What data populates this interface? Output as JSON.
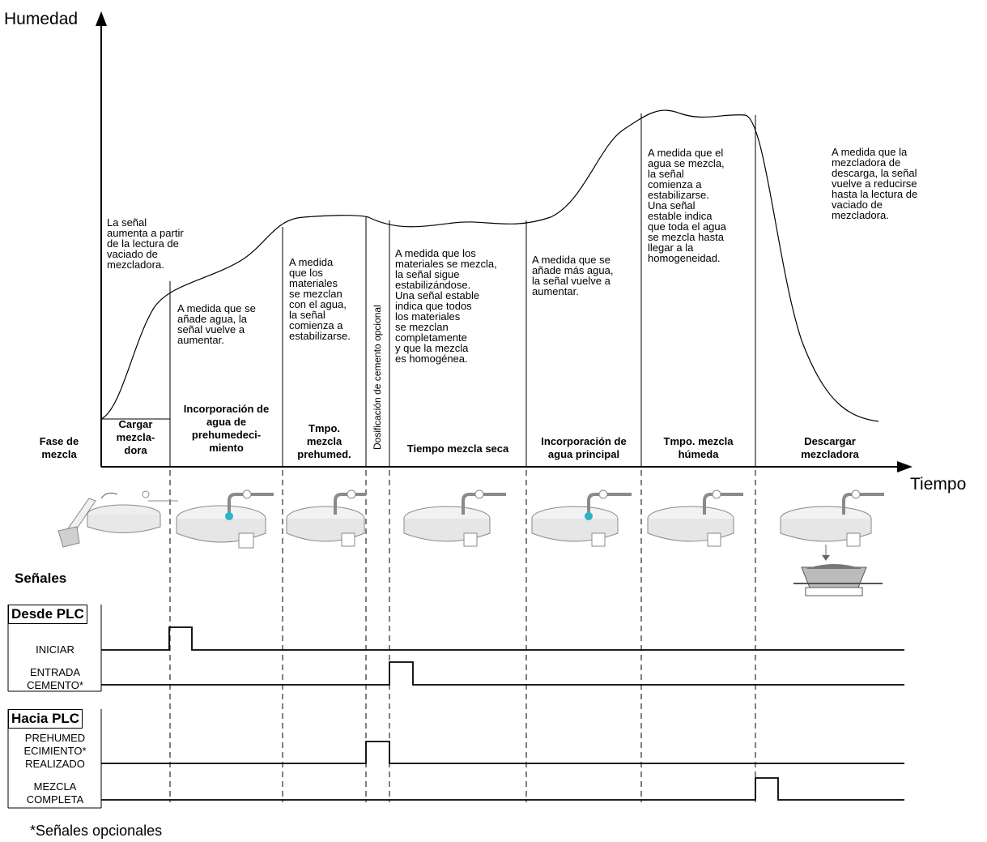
{
  "axes": {
    "y_label": "Humedad",
    "x_label": "Tiempo"
  },
  "phase_row_label": "Fase de\nmezcla",
  "phases": [
    {
      "name": "Cargar\nmezcla-\ndora",
      "description": "La señal\naumenta a partir\nde la lectura de\nvaciado de\nmezcladora."
    },
    {
      "name": "Incorporación de\nagua de\nprehumedeci-\nmiento",
      "description": "A medida que se\nañade agua, la\nseñal vuelve a\naumentar."
    },
    {
      "name": "Tmpo.\nmezcla\nprehumed.",
      "description": "A medida\nque los\nmateriales\nse mezclan\ncon el agua,\nla señal\ncomienza a\nestabilizarse."
    },
    {
      "name": "Dosificación de cemento opcional",
      "description": ""
    },
    {
      "name": "Tiempo mezcla seca",
      "description": "A medida que los\nmateriales se mezcla,\nla señal sigue\nestabilizándose.\nUna señal estable\nindica que todos\nlos materiales\nse mezclan\ncompletamente\ny que la mezcla\nes homogénea."
    },
    {
      "name": "Incorporación de\nagua principal",
      "description": "A medida que se\nañade más agua,\nla señal vuelve a\naumentar."
    },
    {
      "name": "Tmpo. mezcla\nhúmeda",
      "description": "A medida que el\nagua se mezcla,\nla señal\ncomienza a\nestabilizarse.\nUna señal\nestable indica\nque toda el agua\nse mezcla hasta\nllegar a la\nhomogeneidad."
    },
    {
      "name": "Descargar\nmezcladora",
      "description": "A medida que la\nmezcladora de\ndescarga, la señal\nvuelve a reducirse\nhasta la lectura de\nvaciado de\nmezcladora."
    }
  ],
  "signals": {
    "section_title": "Señales",
    "from_plc": {
      "title": "Desde PLC",
      "items": [
        {
          "label": "INICIAR",
          "pulse_phase": "Incorporación de agua de prehumedecimiento"
        },
        {
          "label": "ENTRADA\nCEMENTO*",
          "pulse_phase": "Tiempo mezcla seca"
        }
      ]
    },
    "to_plc": {
      "title": "Hacia PLC",
      "items": [
        {
          "label": "PREHUMED\nECIMIENTO*\nREALIZADO",
          "pulse_phase": "Dosificación de cemento opcional"
        },
        {
          "label": "MEZCLA\nCOMPLETA",
          "pulse_phase": "Descargar mezcladora"
        }
      ]
    }
  },
  "footnote": "*Señales opcionales",
  "icons": [
    "mixer-loading-icon",
    "mixer-water-icon",
    "mixer-icon",
    "mixer-icon",
    "mixer-water-icon",
    "mixer-icon",
    "mixer-discharge-icon"
  ],
  "colors": {
    "line": "#000000",
    "water_drop": "#2bb3c8",
    "mixer": "#9a9a9a",
    "mixer_fill": "#e6e6e6"
  }
}
